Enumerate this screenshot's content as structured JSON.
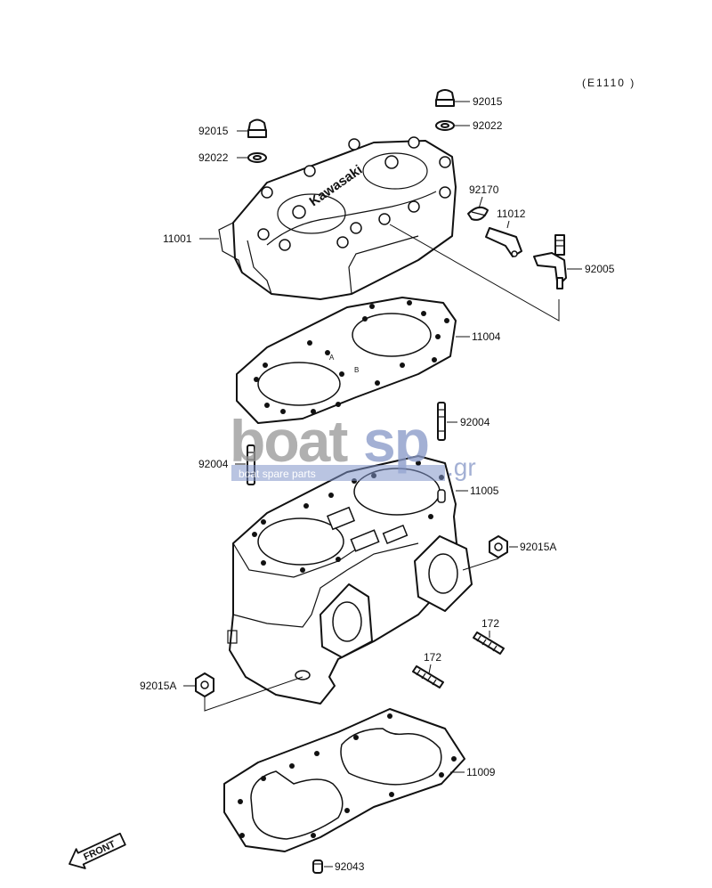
{
  "diagram_code": "(E1110 )",
  "parts": {
    "cap_nut_right": "92015",
    "washer_right": "92022",
    "cap_nut_left": "92015",
    "washer_left": "92022",
    "clamp": "92170",
    "elbow_fitting": "11012",
    "cylinder_head": "11001",
    "nipple": "92005",
    "head_gasket": "11004",
    "stud_right": "92004",
    "stud_left": "92004",
    "cylinder": "11005",
    "nut_right": "92015A",
    "nut_left": "92015A",
    "stud_short_right": "172",
    "stud_short_left": "172",
    "base_gasket": "11009",
    "pin": "92043"
  },
  "head_brand": "Kawasaki",
  "gasket_marks": [
    "A",
    "B"
  ],
  "front_arrow": "FRONT",
  "watermark": {
    "brand_main": "boat",
    "brand_accent": "sp",
    "suffix": ".gr",
    "tagline": "boat spare parts"
  }
}
